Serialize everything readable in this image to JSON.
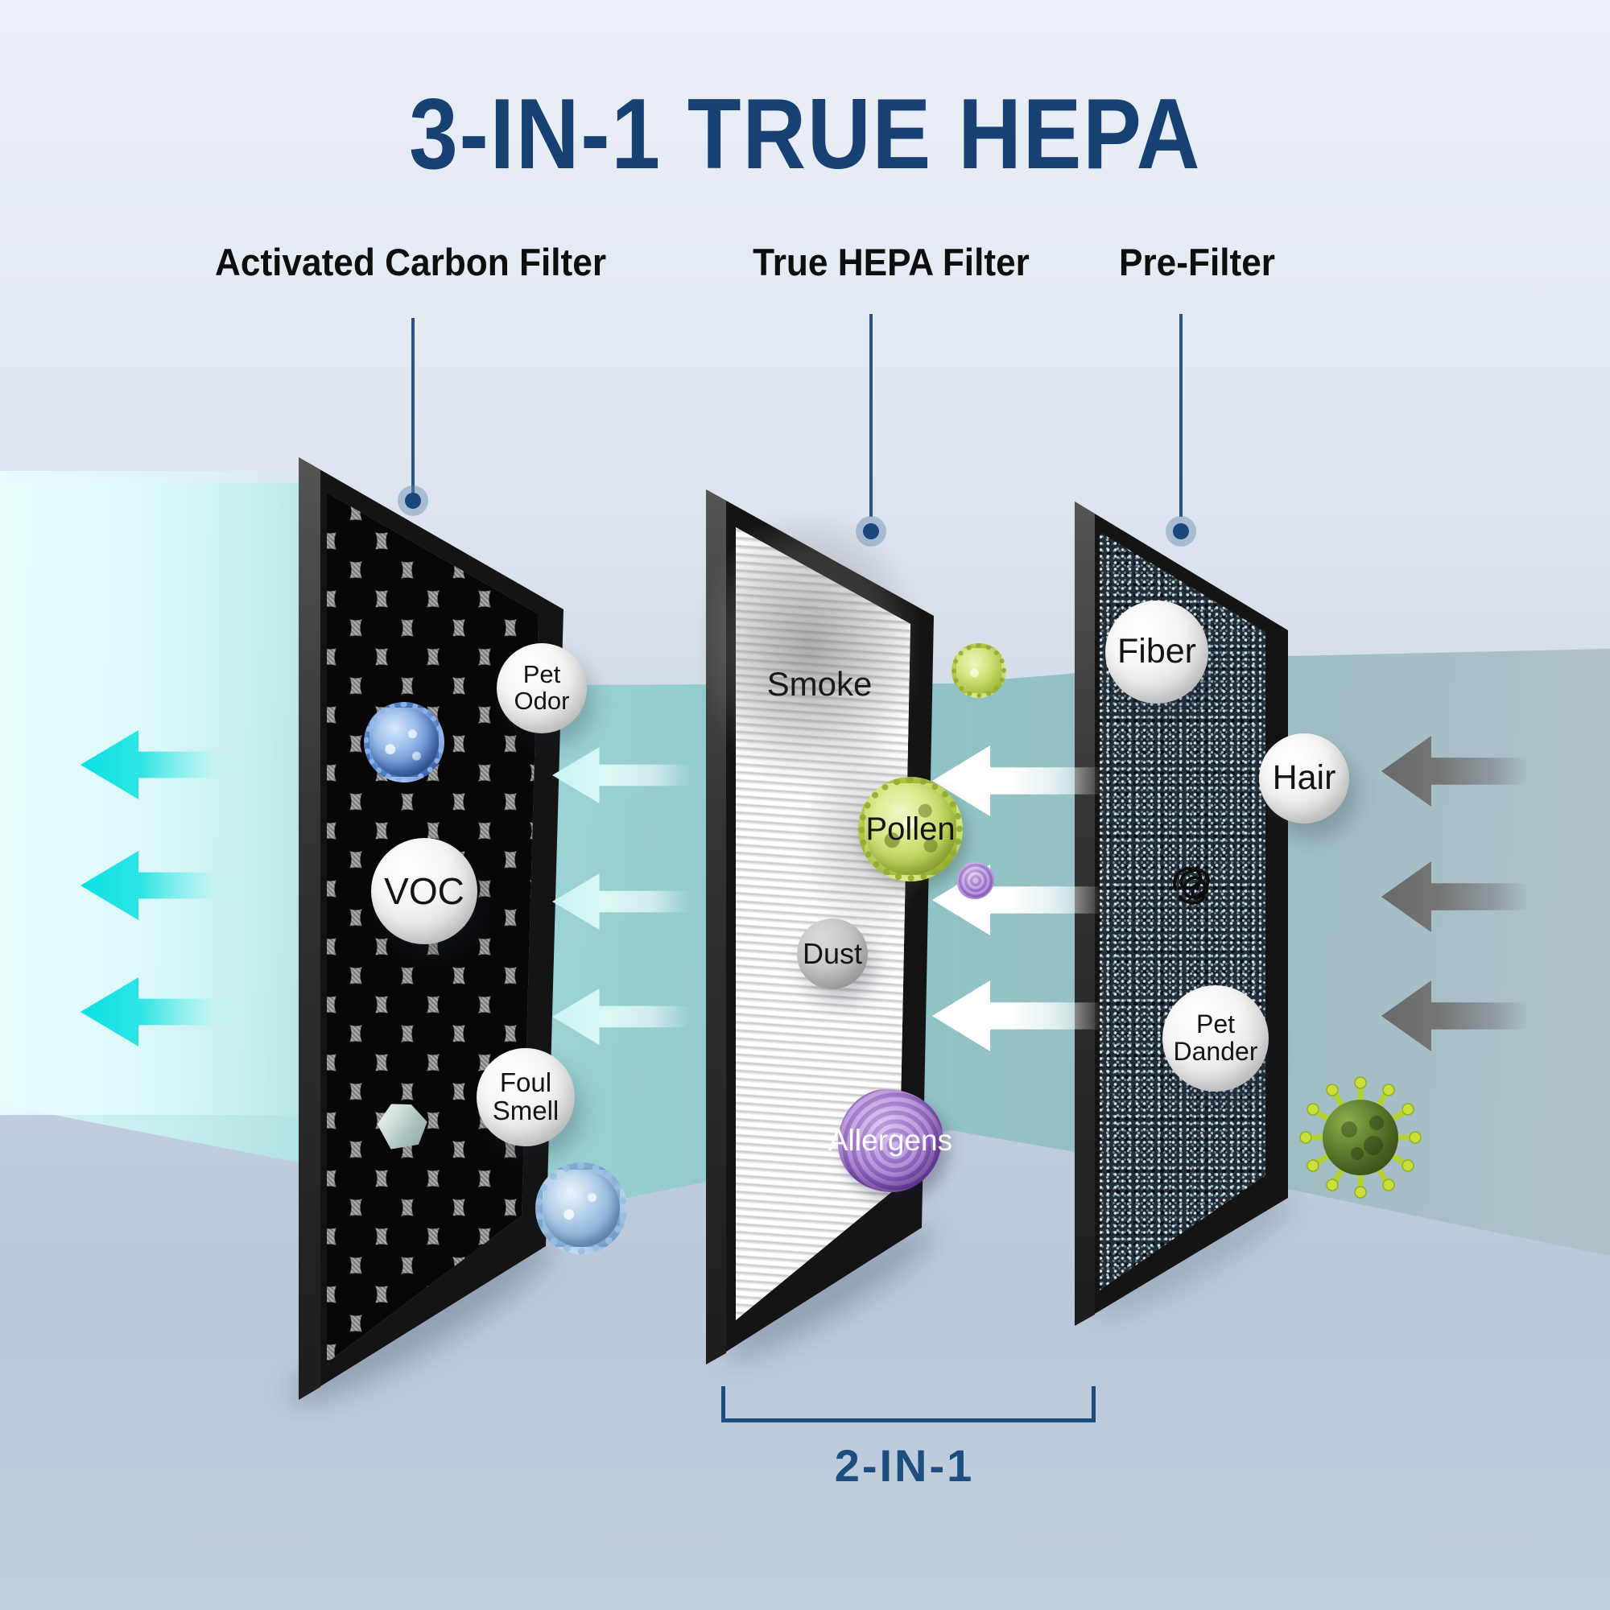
{
  "header": {
    "title": "3-IN-1 TRUE HEPA",
    "title_color": "#174173"
  },
  "filters": [
    {
      "name": "Activated Carbon Filter",
      "captures": [
        {
          "label": "Pet Odor"
        },
        {
          "label": "VOC"
        },
        {
          "label": "Foul Smell"
        }
      ],
      "particle_icons": [
        "blue-virus-icon",
        "crystal-chunk-icon",
        "light-blue-virus-icon"
      ]
    },
    {
      "name": "True HEPA Filter",
      "captures": [
        {
          "label": "Smoke"
        },
        {
          "label": "Pollen"
        },
        {
          "label": "Dust"
        },
        {
          "label": "Allergens"
        }
      ],
      "particle_icons": [
        "green-pollen-icon",
        "purple-particle-icon"
      ]
    },
    {
      "name": "Pre-Filter",
      "captures": [
        {
          "label": "Fiber"
        },
        {
          "label": "Hair"
        },
        {
          "label": "Pet Dander"
        }
      ],
      "particle_icons": [
        "hair-tangle-icon",
        "green-virus-icon"
      ]
    }
  ],
  "bracket": {
    "label": "2-IN-1",
    "color": "#1d4e7f"
  },
  "airflow": {
    "outflow_color": "#0be0e2",
    "between_carbon_hepa_color": "#c9f3f0",
    "hepa_inflow_color": "#ffffff",
    "inflow_color": "#6f6f6f"
  },
  "scene": {
    "wall_teal": "#96cfd0",
    "background_top": "#eaeef5",
    "floor": "#bccadb"
  }
}
